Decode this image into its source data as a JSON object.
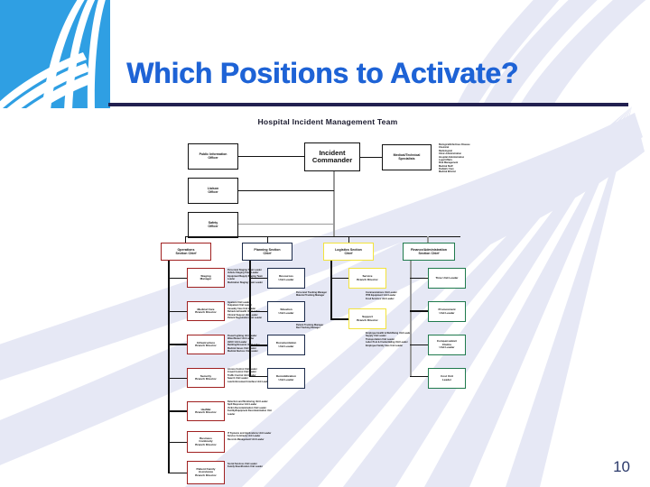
{
  "slide": {
    "title": "Which Positions to Activate?",
    "number": "10",
    "title_color": "#1e63d6",
    "rule_color": "#222050",
    "logo_color": "#2f9fe3",
    "background_color": "#ffffff",
    "deco_color": "#e4e6f4"
  },
  "chart": {
    "title": "Hospital Incident Management Team",
    "command": {
      "incident_commander": "Incident Commander",
      "public_information_officer": "Public Information\nOfficer",
      "liaison_officer": "Liaison\nOfficer",
      "safety_officer": "Safety\nOfficer",
      "medical_technical_specialists": "Medical/Technical\nSpecialists"
    },
    "specialist_list": "Biological/Infectious Disease\nChemical\nRadiological\nClinic Administration\nHospital Administration\nLegal Affairs\nRisk Management\nMedical Staff\nPediatric Care\nMedical Ethicist",
    "sections": [
      {
        "name": "operations",
        "chief": "Operations\nSection Chief",
        "color": "#a02020",
        "units": [
          {
            "label": "Staging\nManager",
            "detail": "Personnel Staging Team Leader\nVehicle Staging Team Leader\nEquipment/Supply Staging Team\nLeader\nMedication Staging Team Leader"
          },
          {
            "label": "Medical Care\nBranch Director",
            "detail": "Inpatient Unit Leader\nOutpatient Unit Leader\nCasualty Care Unit Leader\nBehavioral Health Unit Leader\nClinical Support Unit Leader\nPatient Registration Unit Leader"
          },
          {
            "label": "Infrastructure\nBranch Director",
            "detail": "Power/Lighting Unit Leader\nWater/Sewer Unit Leader\nHVAC Unit Leader\nBuilding/Grounds Unit Leader\nMedical Gases Unit Leader\nMedical Devices Unit Leader"
          },
          {
            "label": "Security\nBranch Director",
            "detail": "Access Control Unit Leader\nCrowd Control Unit Leader\nTraffic Control Unit Leader\nSearch Unit Leader\nLaw Enforcement Interface Unit Leader"
          },
          {
            "label": "HazMat\nBranch Director",
            "detail": "Detection and Monitoring Unit Leader\nSpill Response Unit Leader\nVictim Decontamination Unit Leader\nFacility/Equipment Decontamination Unit Leader"
          },
          {
            "label": "Business\nContinuity\nBranch Director",
            "detail": "IT Systems and Applications Unit Leader\nService Continuity Unit Leader\nRecords Management Unit Leader"
          },
          {
            "label": "Patient Family\nAssistance\nBranch Director",
            "detail": "Social Services Unit Leader\nFamily Reunification Unit Leader"
          }
        ]
      },
      {
        "name": "planning",
        "chief": "Planning Section\nChief",
        "color": "#1b2a4a",
        "units": [
          {
            "label": "Resources\nUnit Leader",
            "detail": "Personnel Tracking Manager\nMaterial Tracking Manager"
          },
          {
            "label": "Situation\nUnit Leader",
            "detail": "Patient Tracking Manager\nBed Tracking Manager"
          },
          {
            "label": "Documentation\nUnit Leader",
            "detail": ""
          },
          {
            "label": "Demobilization\nUnit Leader",
            "detail": ""
          }
        ]
      },
      {
        "name": "logistics",
        "chief": "Logistics Section\nChief",
        "color": "#f2e33c",
        "units": [
          {
            "label": "Service\nBranch Director",
            "detail": "Communications Unit Leader\nIT/IS Equipment Unit Leader\nFood Services Unit Leader"
          },
          {
            "label": "Support\nBranch Director",
            "detail": "Employee Health & Well-Being Unit Leader\nSupply Unit Leader\nTransportation Unit Leader\nLabor Pool & Credentialing Unit Leader\nEmployee Family Care Unit Leader"
          }
        ]
      },
      {
        "name": "finance",
        "chief": "Finance/Administration\nSection Chief",
        "color": "#1f7a4d",
        "units": [
          {
            "label": "Time Unit Leader",
            "detail": ""
          },
          {
            "label": "Procurement\nUnit Leader",
            "detail": ""
          },
          {
            "label": "Compensation/\nClaims\nUnit Leader",
            "detail": ""
          },
          {
            "label": "Cost Unit\nLeader",
            "detail": ""
          }
        ]
      }
    ]
  }
}
